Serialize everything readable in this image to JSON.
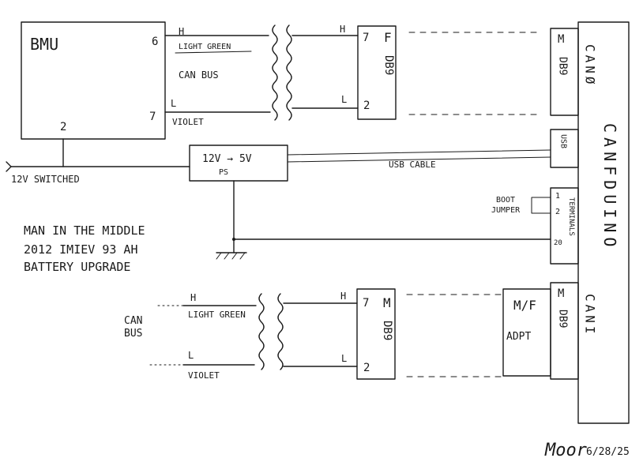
{
  "bmu": {
    "title": "BMU",
    "pin_h": "6",
    "pin_l": "7",
    "pin_2": "2"
  },
  "can_upper": {
    "h": "H",
    "l": "L",
    "wire_h": "LIGHT GREEN",
    "wire_l": "VIOLET",
    "bus": "CAN BUS"
  },
  "db9_upper": {
    "gender": "F",
    "name": "DB9",
    "pin7": "7",
    "pin2": "2",
    "h": "H",
    "l": "L"
  },
  "power": {
    "label": "12V SWITCHED",
    "ps_line1": "12V → 5V",
    "ps_line2": "PS",
    "usb_cable": "USB CABLE"
  },
  "canfduino": {
    "name": "CANFDUINO",
    "can0": "CANØ",
    "can1": "CANI",
    "db9_top_gender": "M",
    "db9_top_name": "DB9",
    "usb": "USB",
    "terminals": "TERMINALS",
    "t1": "1",
    "t2": "2",
    "t20": "20",
    "boot_jumper_1": "BOOT",
    "boot_jumper_2": "JUMPER",
    "db9_bottom_gender": "M",
    "db9_bottom_name": "DB9"
  },
  "notes": {
    "line1": "MAN IN THE MIDDLE",
    "line2": "2012 IMIEV 93 AH",
    "line3": "BATTERY UPGRADE"
  },
  "can_lower": {
    "bus1": "CAN",
    "bus2": "BUS",
    "h": "H",
    "l": "L",
    "wire_h": "LIGHT GREEN",
    "wire_l": "VIOLET"
  },
  "db9_lower": {
    "gender": "M",
    "name": "DB9",
    "pin7": "7",
    "pin2": "2",
    "h": "H",
    "l": "L"
  },
  "adapter": {
    "line1": "M/F",
    "line2": "ADPT"
  },
  "signature": {
    "name": "Moor",
    "date": "6/28/25"
  }
}
